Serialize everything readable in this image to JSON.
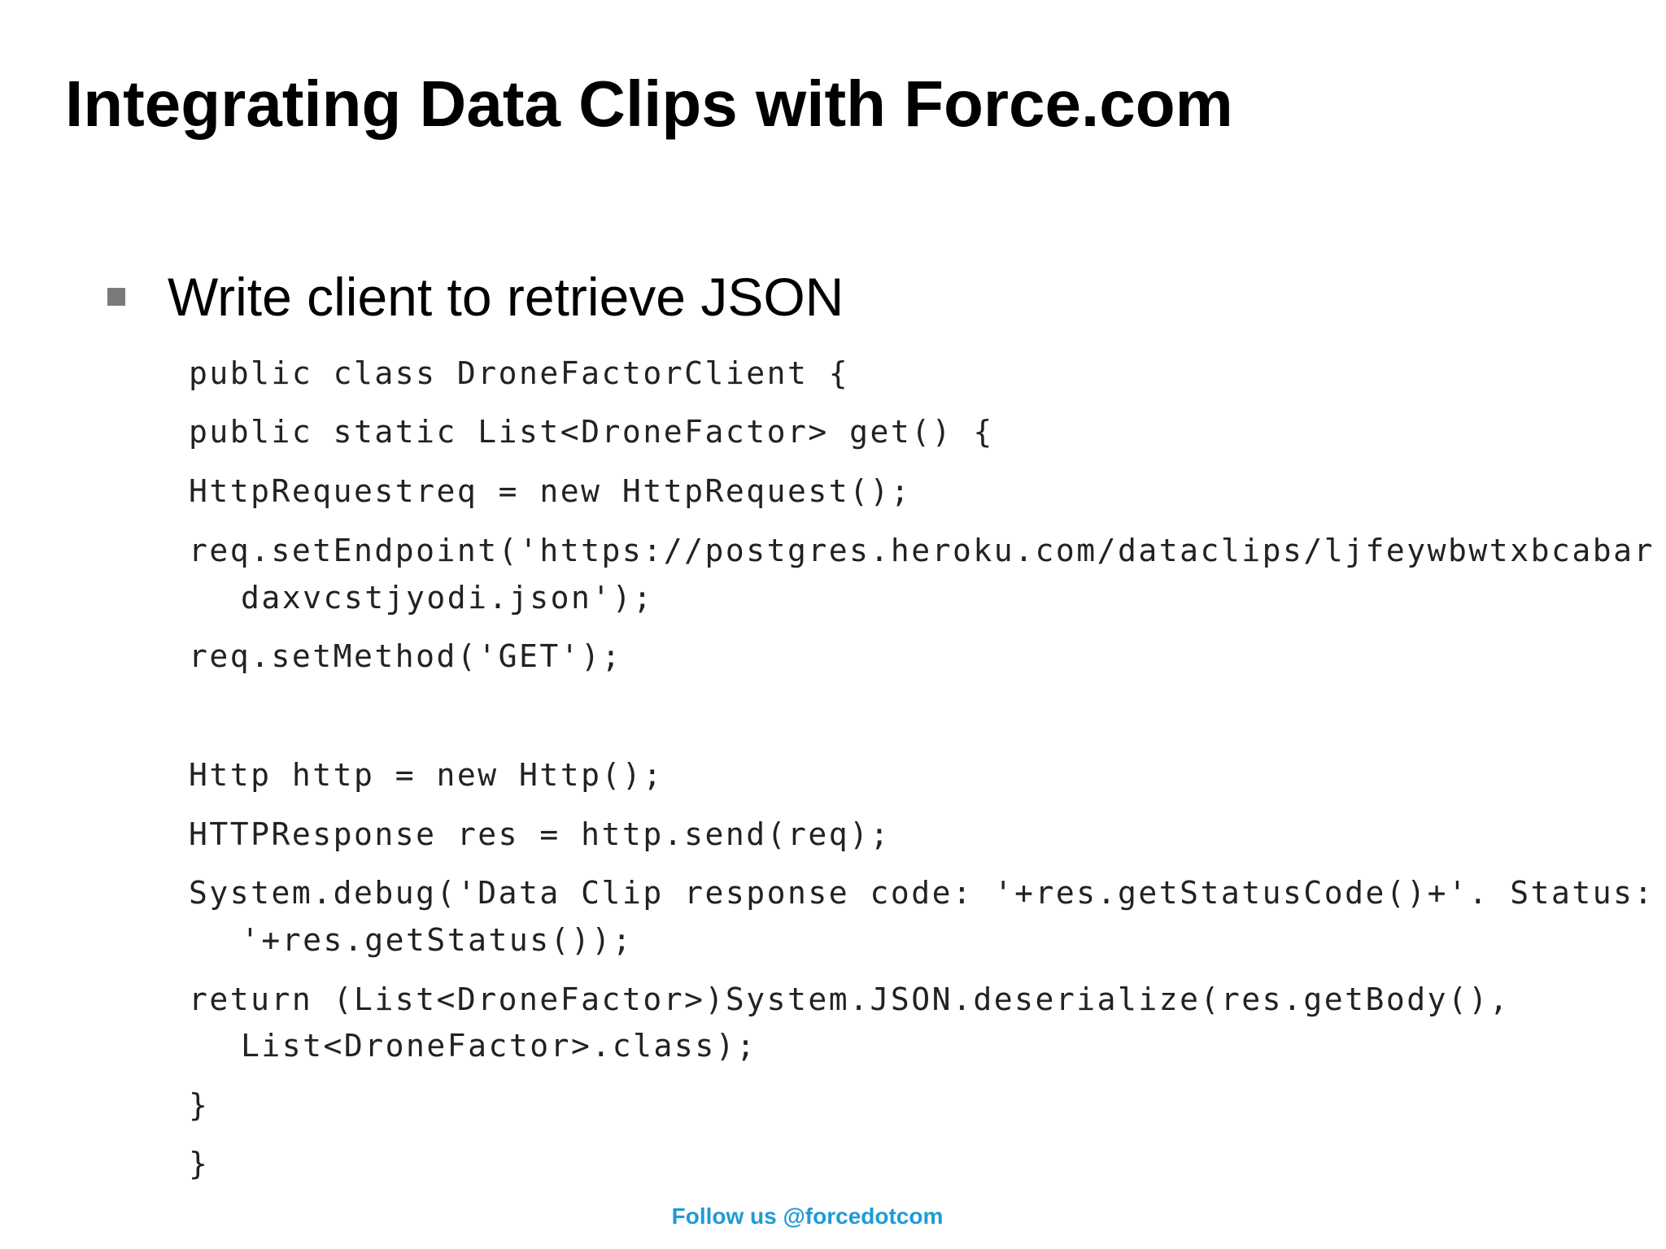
{
  "slide": {
    "title": "Integrating Data Clips with Force.com",
    "bullet": "Write client to retrieve JSON",
    "code_lines": [
      "public class DroneFactorClient {",
      "public static List<DroneFactor> get() {",
      "HttpRequestreq = new HttpRequest();",
      "req.setEndpoint('https://postgres.heroku.com/dataclips/ljfeywbwtxbcabar",
      "daxvcstjyodi.json');",
      "req.setMethod('GET');",
      "Http http = new Http();",
      "HTTPResponse res = http.send(req);",
      "System.debug('Data Clip response code: '+res.getStatusCode()+'. Status:",
      "'+res.getStatus());",
      "return (List<DroneFactor>)System.JSON.deserialize(res.getBody(),",
      "List<DroneFactor>.class);",
      "}",
      "}"
    ],
    "footer": "Follow us @forcedotcom",
    "colors": {
      "footer": "#1e9bd7",
      "bullet": "#7a7a7a",
      "code": "#222222"
    }
  }
}
